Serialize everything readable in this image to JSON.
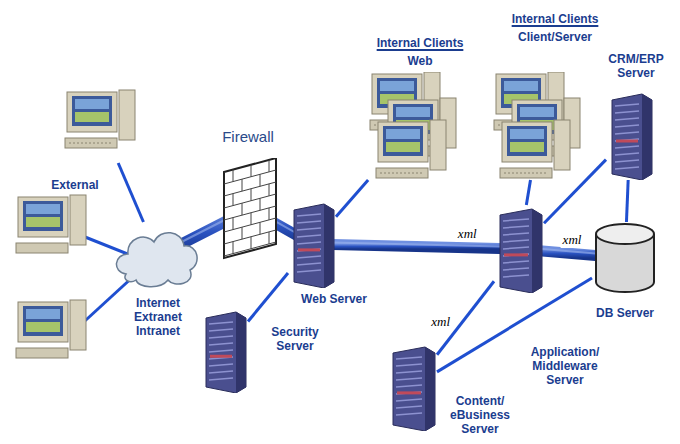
{
  "diagram": {
    "nodes": [
      {
        "text": [
          "External"
        ]
      },
      {
        "text": [
          "Internet Extranet Intranet"
        ]
      },
      {
        "text": [
          "Firewall"
        ]
      },
      {
        "text": [
          "Web Server"
        ]
      },
      {
        "text": [
          "Security Server"
        ]
      },
      {
        "text": [
          "Internal Clients",
          "Web"
        ]
      },
      {
        "text": [
          "Internal Clients",
          "Client/Server"
        ]
      },
      {
        "text": [
          "CRM/ERP Server"
        ]
      },
      {
        "text": [
          "Application/ Middleware Server"
        ]
      },
      {
        "text": [
          "DB Server"
        ]
      },
      {
        "text": [
          "Content/ eBusiness Server"
        ]
      }
    ],
    "edges": [
      {
        "from": 0,
        "to": 1,
        "arrow": "none"
      },
      {
        "from": 1,
        "to": 2,
        "arrow": "none"
      },
      {
        "from": 2,
        "to": 3,
        "arrow": "none"
      },
      {
        "from": 3,
        "to": 4,
        "arrow": "none"
      },
      {
        "from": 3,
        "to": 5,
        "arrow": "none"
      },
      {
        "from": 3,
        "to": 8,
        "label": "xml",
        "arrow": "none"
      },
      {
        "from": 8,
        "to": 6,
        "arrow": "none"
      },
      {
        "from": 8,
        "to": 7,
        "arrow": "none"
      },
      {
        "from": 8,
        "to": 9,
        "label": "xml",
        "arrow": "none"
      },
      {
        "from": 8,
        "to": 10,
        "label": "xml",
        "arrow": "none"
      },
      {
        "from": 9,
        "to": 7,
        "arrow": "none"
      },
      {
        "from": 9,
        "to": 10,
        "arrow": "none"
      }
    ]
  }
}
